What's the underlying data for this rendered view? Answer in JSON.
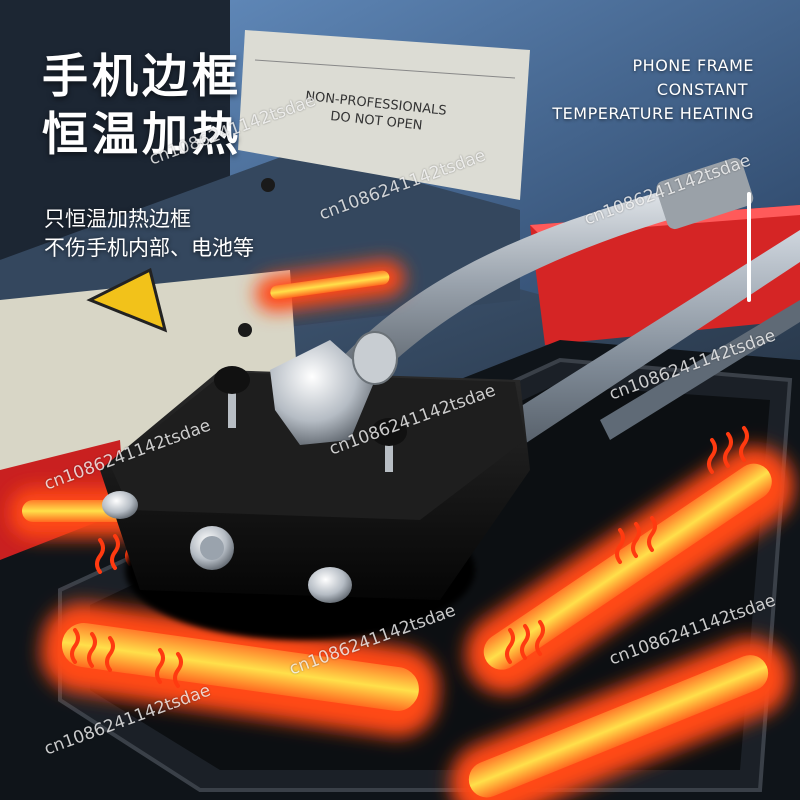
{
  "headline": {
    "line1": "手机边框",
    "line2": "恒温加热"
  },
  "subtitle": {
    "line1": "只恒温加热边框",
    "line2": "不伤手机内部、电池等"
  },
  "english": {
    "line1": "PHONE FRAME",
    "line2": "CONSTANT",
    "line3": "TEMPERATURE HEATING"
  },
  "sticker_text": {
    "line1": "NON-PROFESSIONALS",
    "line2": "DO NOT OPEN"
  },
  "watermark": "cn1086241142tsdae",
  "colors": {
    "heating_glow": "#ff5a1a",
    "heating_core": "#ffd23a",
    "red_block": "#e02a2a",
    "machine_blue": "#4a6f9c",
    "fixture_black": "#141414"
  }
}
